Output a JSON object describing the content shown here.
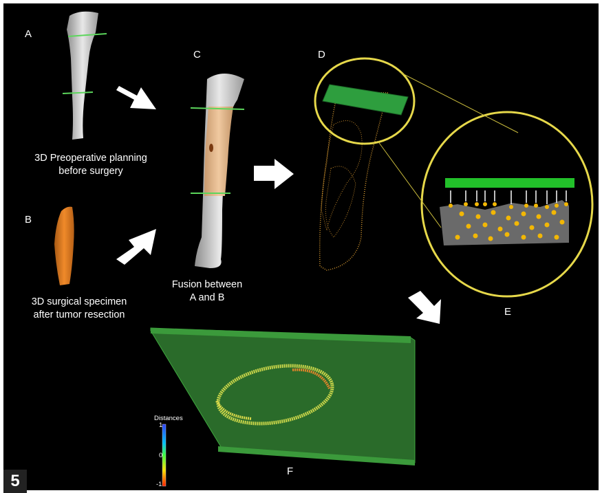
{
  "figure_number": "5",
  "panels": {
    "a": {
      "letter": "A",
      "caption_line1": "3D Preoperative planning",
      "caption_line2": "before surgery"
    },
    "b": {
      "letter": "B",
      "caption_line1": "3D  surgical specimen",
      "caption_line2": "after tumor resection"
    },
    "c": {
      "letter": "C",
      "caption_line1": "Fusion between",
      "caption_line2": "A and B"
    },
    "d": {
      "letter": "D"
    },
    "e": {
      "letter": "E"
    },
    "f": {
      "letter": "F"
    }
  },
  "colorbar": {
    "title": "Distances",
    "max_label": "1",
    "mid_label": "0",
    "min_label": "-1"
  },
  "colors": {
    "bone": "#d6d6d6",
    "specimen": "#d9822b",
    "plane": "#2e7d32",
    "highlight_circle": "#e6d84a",
    "points": "#f2b705"
  }
}
